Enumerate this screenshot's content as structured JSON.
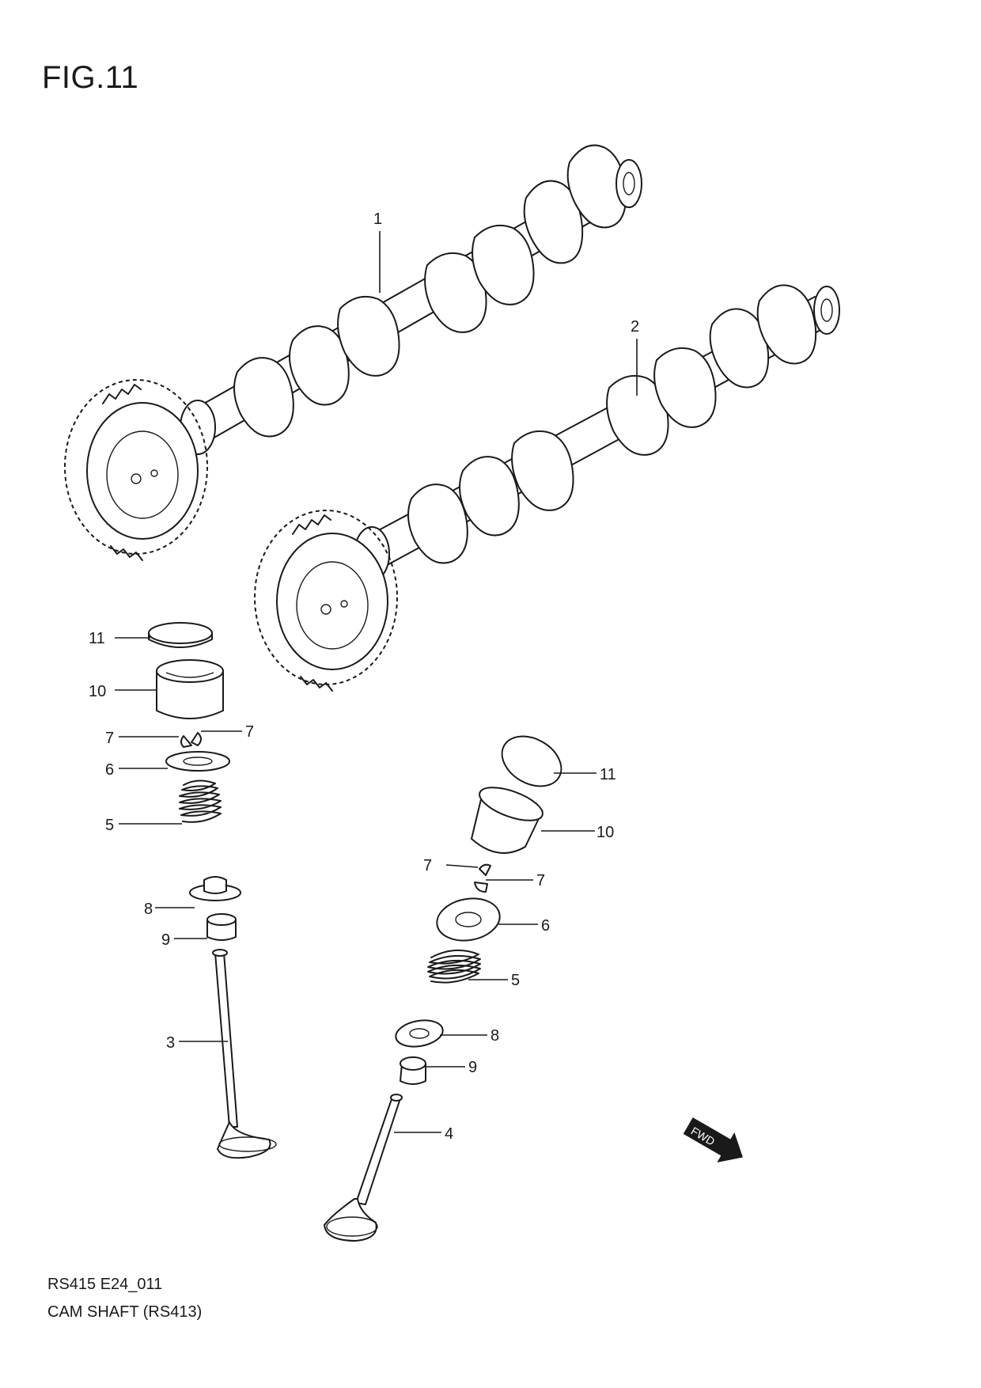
{
  "figure": {
    "title": "FIG.11"
  },
  "footer": {
    "code": "RS415 E24_011",
    "name": "CAM SHAFT (RS413)"
  },
  "fwd_label": "FWD",
  "callouts": {
    "camshaft_1": "1",
    "camshaft_2": "2",
    "valve_3": "3",
    "valve_4": "4",
    "left_11": "11",
    "left_10": "10",
    "left_7a": "7",
    "left_7b": "7",
    "left_6": "6",
    "left_5": "5",
    "left_8": "8",
    "left_9": "9",
    "right_11": "11",
    "right_10": "10",
    "right_7a": "7",
    "right_7b": "7",
    "right_6": "6",
    "right_5": "5",
    "right_8": "8",
    "right_9": "9"
  }
}
